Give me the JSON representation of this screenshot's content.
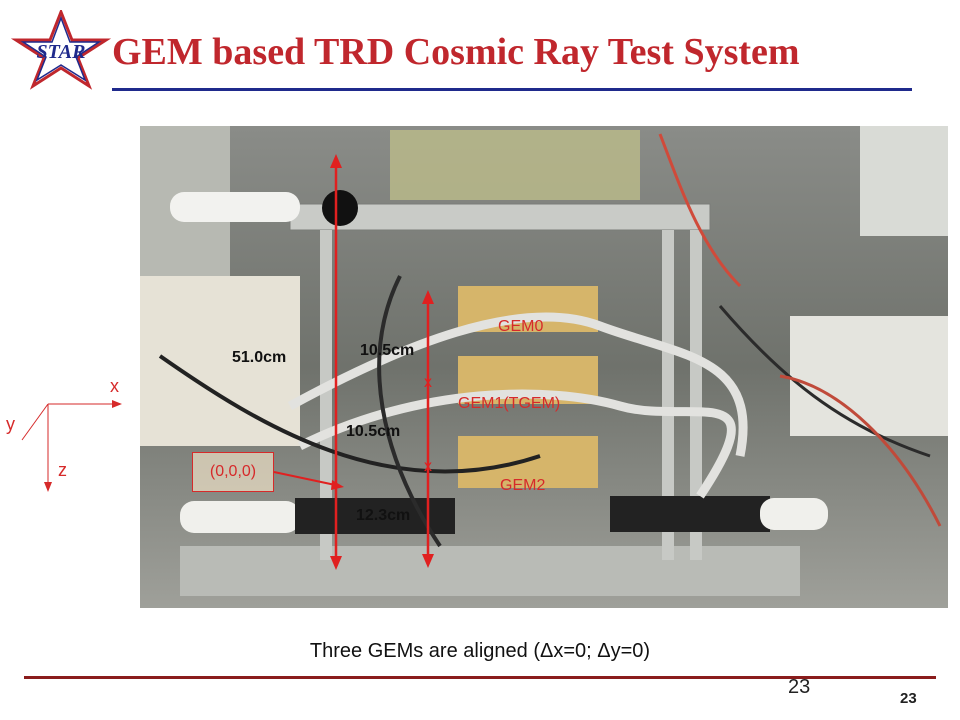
{
  "title": "GEM based TRD Cosmic Ray Test System",
  "logo_text": "STAR",
  "axes": {
    "x": "x",
    "y": "y",
    "z": "z"
  },
  "origin_label": "(0,0,0)",
  "dimensions": {
    "total": "51.0cm",
    "gap1": "10.5cm",
    "gap2": "10.5cm",
    "gap3": "12.3cm"
  },
  "gems": {
    "gem0": "GEM0",
    "gem1": "GEM1(TGEM)",
    "gem2": "GEM2"
  },
  "caption": "Three  GEMs are aligned (Δx=0; Δy=0)",
  "page_number": "23",
  "page_number_footer": "23",
  "colors": {
    "title": "#c0272d",
    "accent": "#d62a2a",
    "rule": "#1f2a8c"
  }
}
